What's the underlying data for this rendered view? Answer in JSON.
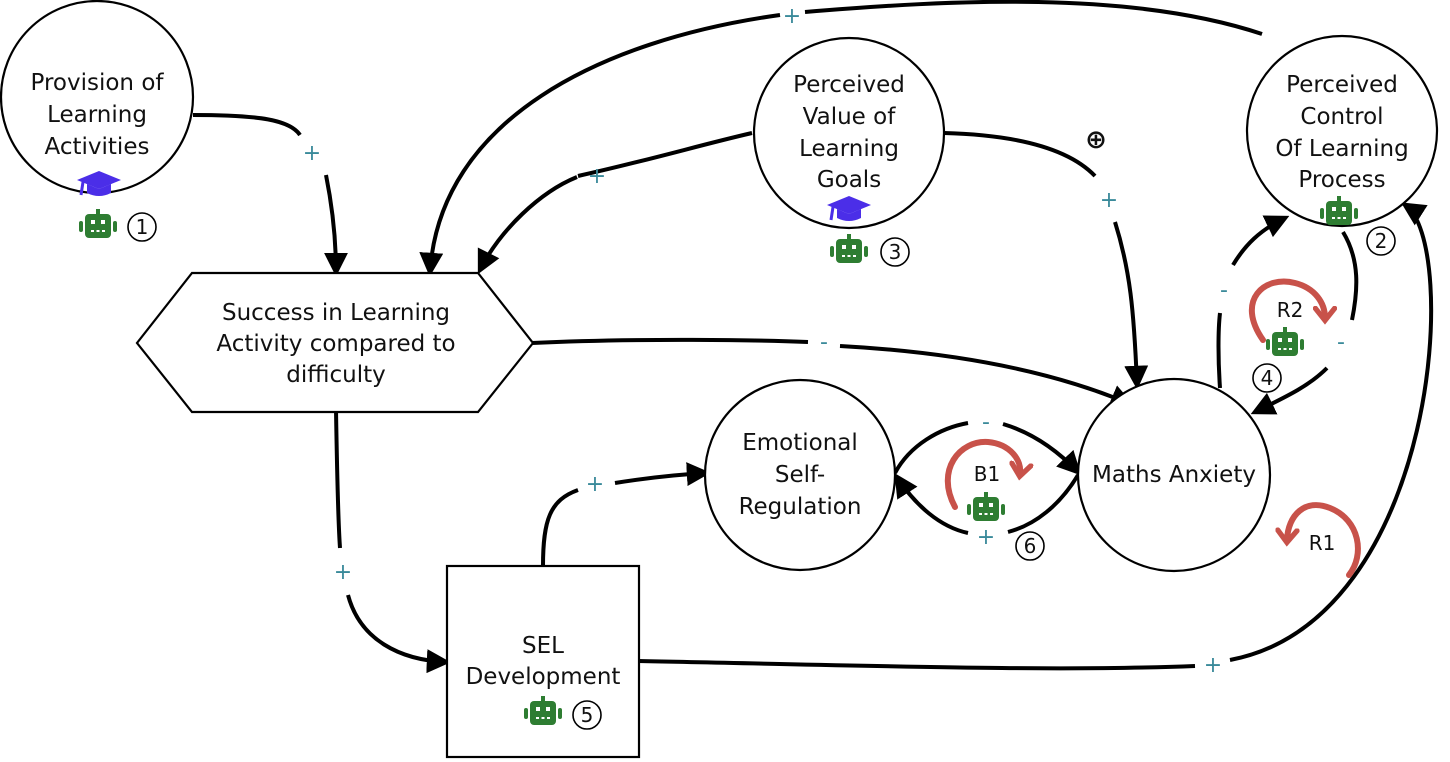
{
  "nodes": {
    "provision": {
      "lines": [
        "Provision of",
        "Learning",
        "Activities"
      ],
      "number": "1",
      "icons": [
        "graduation-cap",
        "robot"
      ]
    },
    "value": {
      "lines": [
        "Perceived",
        "Value of",
        "Learning",
        "Goals"
      ],
      "number": "3",
      "icons": [
        "graduation-cap",
        "robot"
      ]
    },
    "control": {
      "lines": [
        "Perceived",
        "Control",
        "Of Learning",
        "Process"
      ],
      "number": "2",
      "icons": [
        "robot"
      ]
    },
    "success": {
      "lines": [
        "Success in Learning",
        "Activity compared to",
        "difficulty"
      ]
    },
    "emotional": {
      "lines": [
        "Emotional",
        "Self-",
        "Regulation"
      ]
    },
    "anxiety": {
      "lines": [
        "Maths Anxiety"
      ]
    },
    "sel": {
      "lines": [
        "SEL",
        "Development"
      ],
      "number": "5",
      "icons": [
        "robot"
      ]
    }
  },
  "edges": [
    {
      "from": "provision",
      "to": "success",
      "polarity": "+"
    },
    {
      "from": "value",
      "to": "success",
      "polarity": "+"
    },
    {
      "from": "control",
      "to": "success",
      "polarity": "+"
    },
    {
      "from": "value",
      "to": "anxiety",
      "polarity": "+",
      "extra_mark": "⊕"
    },
    {
      "from": "success",
      "to": "anxiety",
      "polarity": "-"
    },
    {
      "from": "success",
      "to": "sel",
      "polarity": "+"
    },
    {
      "from": "sel",
      "to": "emotional",
      "polarity": "+"
    },
    {
      "from": "sel",
      "to": "control",
      "polarity": "+"
    },
    {
      "from": "emotional",
      "to": "anxiety",
      "polarity": "-"
    },
    {
      "from": "anxiety",
      "to": "emotional",
      "polarity": "+"
    },
    {
      "from": "anxiety",
      "to": "control",
      "polarity": "-"
    },
    {
      "from": "control",
      "to": "anxiety",
      "polarity": "-"
    }
  ],
  "loops": {
    "r1": {
      "label": "R1"
    },
    "r2": {
      "label": "R2",
      "number": "4"
    },
    "b1": {
      "label": "B1",
      "number": "6"
    }
  },
  "extra_mark": "⊕",
  "colors": {
    "polarity": "#3a8a9a",
    "loop": "#c8524a",
    "robot": "#2e7d32",
    "cap": "#4b2ee8"
  }
}
